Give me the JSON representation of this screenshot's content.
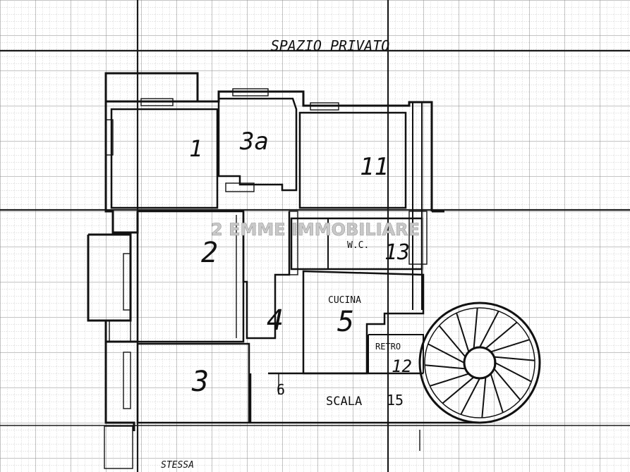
{
  "header": {
    "title": "SPAZIO PRIVATO"
  },
  "rooms": [
    {
      "id": "r1",
      "label": "1"
    },
    {
      "id": "r2",
      "label": "2"
    },
    {
      "id": "r3",
      "label": "3"
    },
    {
      "id": "r4",
      "label": "4"
    },
    {
      "id": "r5",
      "label": "5"
    },
    {
      "id": "r6",
      "label": "6"
    },
    {
      "id": "r11",
      "label": "11"
    },
    {
      "id": "r12",
      "label": "12"
    },
    {
      "id": "r13",
      "label": "13"
    },
    {
      "id": "r15",
      "label": "15"
    }
  ],
  "labels": {
    "bath_top": "3a",
    "wc": "W.C.",
    "kitchen": "CUCINA",
    "retro": "RETRO",
    "stair": "SCALA",
    "bottom": "STESSA"
  },
  "watermark": {
    "text": "2 EMME IMMOBILIARE",
    "color": "#c9c9c9"
  },
  "colors": {
    "ink": "#111111",
    "grid_minor": "#b5b5b5",
    "grid_major": "#1a1a1a"
  }
}
